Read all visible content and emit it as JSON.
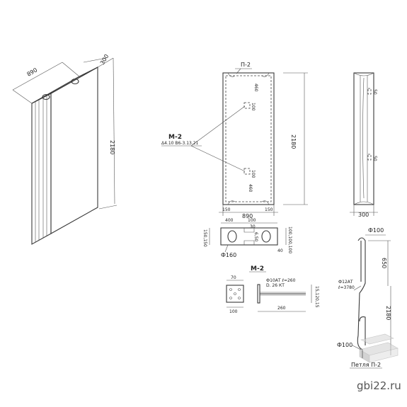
{
  "iso": {
    "width": "890",
    "depth": "300",
    "height": "2180"
  },
  "front": {
    "top_tag": "П-2",
    "d460_top": "460",
    "d100_a": "100",
    "height": "2180",
    "d100_b": "100",
    "d460_bot": "460",
    "d150_l": "150",
    "d150_r": "150",
    "width": "890"
  },
  "callout_m2": {
    "title": "М-2",
    "sub": "Δ4.10 В6-3.13.21"
  },
  "side": {
    "d50_top": "50",
    "d50_bot": "50",
    "width": "300"
  },
  "section": {
    "d400": "400",
    "d100": "100",
    "d30": "30",
    "left_dims": "150,150",
    "mid": "6,50",
    "right_dims": "100,100,100",
    "d40": "40",
    "phi": "Ф160"
  },
  "m2_detail": {
    "title": "М-2",
    "d70": "70",
    "d100": "100",
    "note1": "Ф10АТ  ℓ=260",
    "note2": "D. 26 КТ",
    "right_dims": "15,120,15",
    "length": "260"
  },
  "loop": {
    "phi_top": "Ф100",
    "d650": "650",
    "note1": "Ф12АТ",
    "note2": "ℓ=3780",
    "height": "2180",
    "phi_bot": "Ф100",
    "caption": "Петля П-2"
  },
  "watermark": "gbi22.ru",
  "colors": {
    "line": "#3a3a3a",
    "background": "#ffffff"
  }
}
